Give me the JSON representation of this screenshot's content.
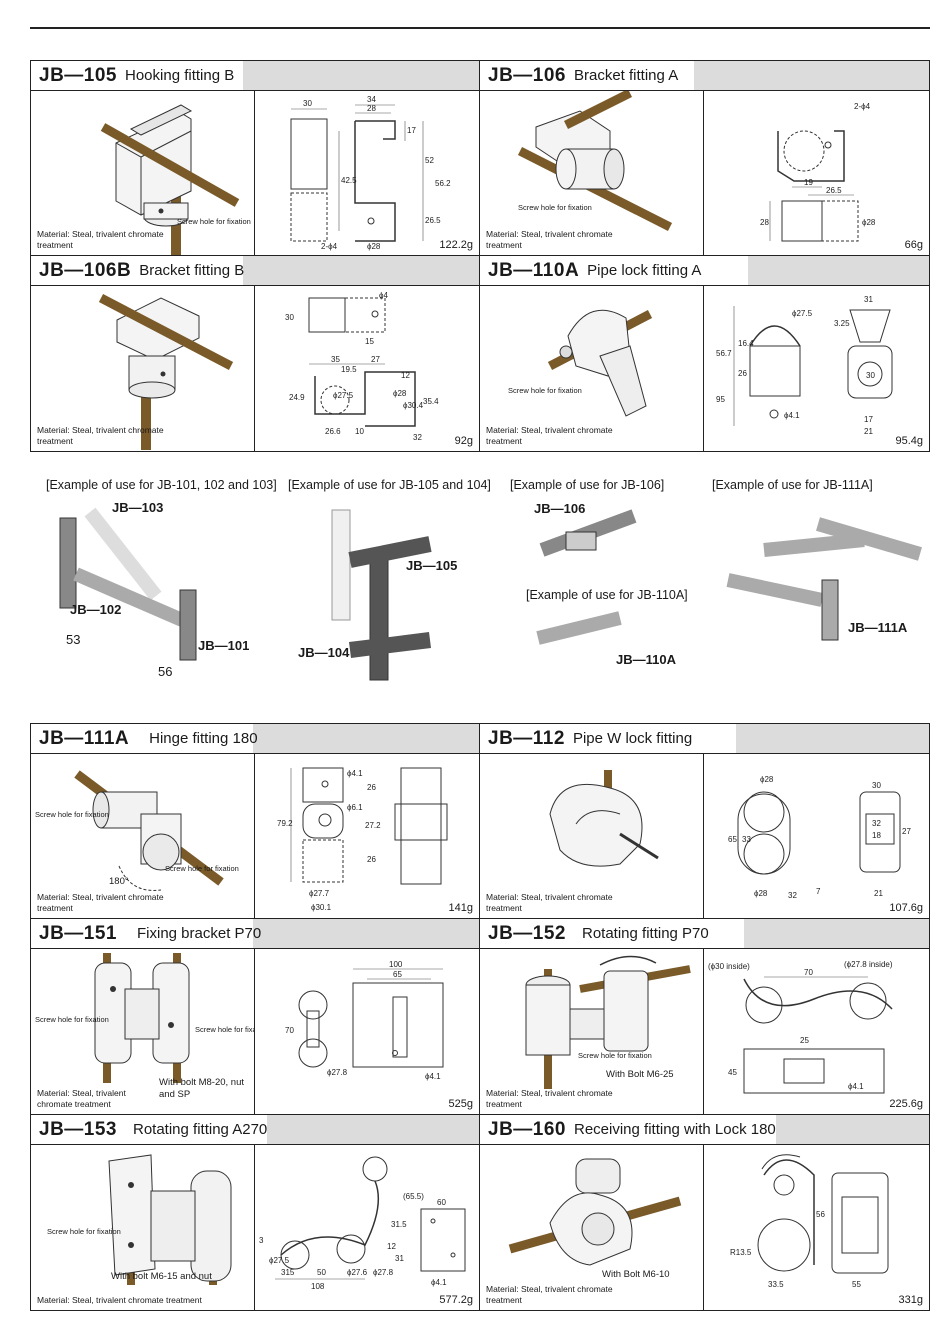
{
  "sections": [
    {
      "items": [
        {
          "code": "JB—105",
          "name": "Hooking fitting B",
          "material": "Material: Steal, trivalent chromate treatment",
          "screw": "Screw hole for fixation",
          "weight": "122.2g",
          "dims": [
            "30",
            "34",
            "28",
            "17",
            "52",
            "42.5",
            "56.2",
            "26.5",
            "2-ϕ4",
            "ϕ28"
          ]
        },
        {
          "code": "JB—106",
          "name": "Bracket fitting A",
          "material": "Material: Steal, trivalent chromate treatment",
          "screw": "Screw hole for fixation",
          "weight": "66g",
          "dims": [
            "2-ϕ4",
            "19",
            "26.5",
            "28",
            "ϕ28"
          ]
        },
        {
          "code": "JB—106B",
          "name": "Bracket fitting B",
          "material": "Material: Steal, trivalent chromate treatment",
          "weight": "92g",
          "dims": [
            "ϕ4",
            "30",
            "15",
            "35",
            "27",
            "19.5",
            "24.9",
            "ϕ27.5",
            "ϕ28",
            "ϕ30.4",
            "35.4",
            "12",
            "26.6",
            "10",
            "32"
          ]
        },
        {
          "code": "JB—110A",
          "name": "Pipe lock fitting A",
          "material": "Material: Steal, trivalent chromate treatment",
          "screw": "Screw hole for fixation",
          "weight": "95.4g",
          "dims": [
            "31",
            "ϕ27.5",
            "3.25",
            "56.7",
            "16.4",
            "26",
            "30",
            "95",
            "ϕ4.1",
            "17",
            "21"
          ]
        }
      ]
    },
    {
      "items": [
        {
          "code": "JB—111A",
          "name": "Hinge fitting 180",
          "material": "Material: Steal, trivalent chromate treatment",
          "screw": "Screw hole for fixation",
          "screw2": "Screw hole for fixation",
          "extra": "180°",
          "weight": "141g",
          "dims": [
            "ϕ4.1",
            "26",
            "79.2",
            "ϕ6.1",
            "27.2",
            "26",
            "ϕ27.7",
            "ϕ30.1"
          ]
        },
        {
          "code": "JB—112",
          "name": "Pipe W lock fitting",
          "material": "Material: Steal, trivalent chromate treatment",
          "weight": "107.6g",
          "dims": [
            "ϕ28",
            "30",
            "65",
            "33",
            "32",
            "18",
            "27",
            "ϕ28",
            "32",
            "7",
            "21"
          ]
        },
        {
          "code": "JB—151",
          "name": "Fixing bracket P70",
          "material": "Material: Steal, trivalent chromate treatment",
          "screw": "Screw hole for fixation",
          "screw2": "Screw hole for fixation",
          "extra": "With bolt M8-20, nut and SP",
          "weight": "525g",
          "dims": [
            "100",
            "65",
            "70",
            "ϕ27.8",
            "ϕ4.1"
          ]
        },
        {
          "code": "JB—152",
          "name": "Rotating fitting P70",
          "material": "Material: Steal, trivalent chromate treatment",
          "screw": "Screw hole for fixation",
          "extra": "With Bolt M6-25",
          "weight": "225.6g",
          "dims": [
            "(ϕ30 inside)",
            "70",
            "(ϕ27.8 inside)",
            "25",
            "45",
            "ϕ4.1"
          ]
        },
        {
          "code": "JB—153",
          "name": "Rotating fitting A270",
          "material": "Material: Steal, trivalent chromate treatment",
          "screw": "Screw hole for fixation",
          "extra": "With bolt M6-15 and nut",
          "weight": "577.2g",
          "dims": [
            "60",
            "(65.5)",
            "31.5",
            "12",
            "31",
            "3",
            "ϕ27.5",
            "315",
            "50",
            "ϕ27.6",
            "ϕ27.8",
            "108",
            "ϕ4.1"
          ]
        },
        {
          "code": "JB—160",
          "name": "Receiving fitting with Lock 180",
          "material": "Material: Steal, trivalent chromate treatment",
          "extra": "With Bolt M6-10",
          "weight": "331g",
          "dims": [
            "R13.5",
            "56",
            "33.5",
            "55"
          ]
        }
      ]
    }
  ],
  "examples": {
    "captions": [
      "[Example of use for JB-101, 102 and 103]",
      "[Example of use for JB-105 and 104]",
      "[Example of use for JB-106]",
      "[Example of use for JB-111A]",
      "[Example of use for JB-110A]"
    ],
    "labels": [
      "JB—103",
      "JB—102",
      "JB—101",
      "JB—105",
      "JB—104",
      "JB—106",
      "JB—110A",
      "JB—111A"
    ],
    "numbers": [
      "53",
      "56"
    ]
  },
  "colors": {
    "pipe_brown": "#7a5a28",
    "header_gray": "#dcdcdc",
    "line": "#222222"
  }
}
